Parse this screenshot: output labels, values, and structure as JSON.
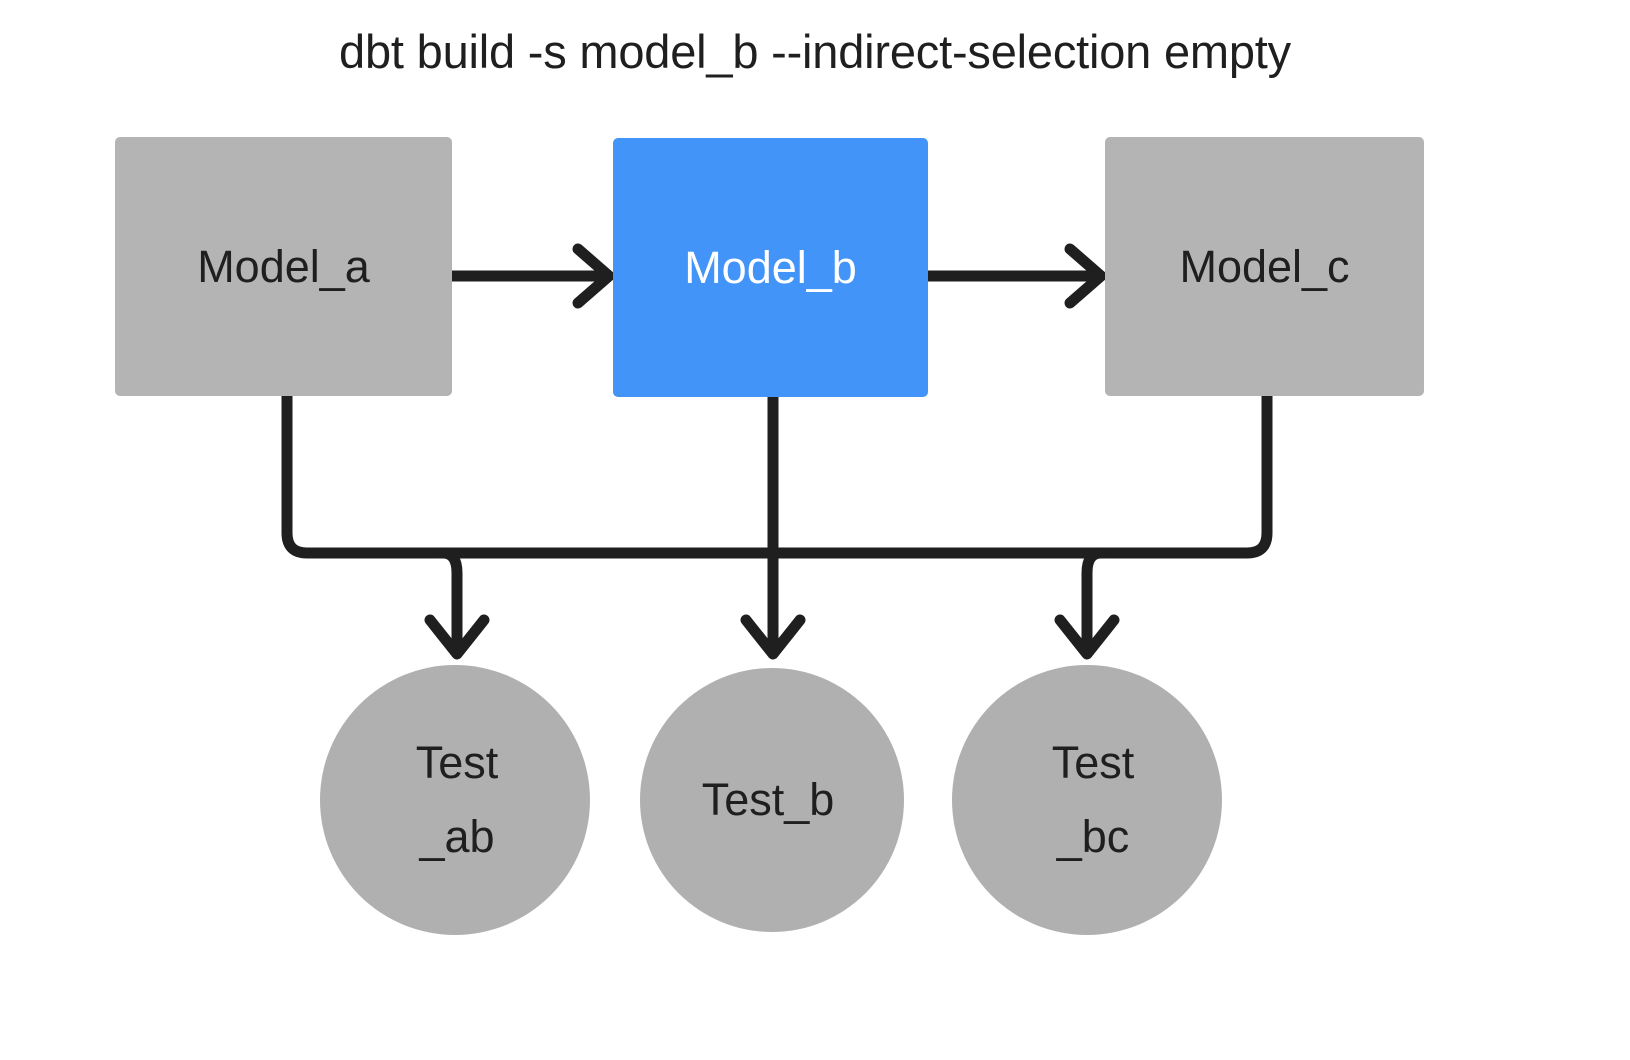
{
  "diagram": {
    "title": "dbt build -s model_b --indirect-selection empty",
    "type": "dag",
    "background": "#ffffff",
    "colors": {
      "selected_node": "#4294f8",
      "selected_node_text": "#ffffff",
      "unselected_node": "#b4b4b4",
      "unselected_circle": "#b0b0b0",
      "node_text": "#1f1f1f",
      "edge": "#1f1f1f"
    },
    "models": [
      {
        "id": "model_a",
        "label": "Model_a",
        "shape": "rect",
        "state": "unselected"
      },
      {
        "id": "model_b",
        "label": "Model_b",
        "shape": "rect",
        "state": "selected"
      },
      {
        "id": "model_c",
        "label": "Model_c",
        "shape": "rect",
        "state": "unselected"
      }
    ],
    "tests": [
      {
        "id": "test_ab",
        "label": "Test\n_ab",
        "shape": "circle",
        "state": "unselected"
      },
      {
        "id": "test_b",
        "label": "Test_b",
        "shape": "circle",
        "state": "unselected"
      },
      {
        "id": "test_bc",
        "label": "Test\n_bc",
        "shape": "circle",
        "state": "unselected"
      }
    ],
    "edges": [
      {
        "from": "model_a",
        "to": "model_b",
        "style": "straight-arrow"
      },
      {
        "from": "model_b",
        "to": "model_c",
        "style": "straight-arrow"
      },
      {
        "from": "model_a",
        "to": "test_ab",
        "style": "orthogonal-arrow"
      },
      {
        "from": "model_b",
        "to": "test_ab",
        "style": "orthogonal-arrow"
      },
      {
        "from": "model_b",
        "to": "test_b",
        "style": "orthogonal-arrow"
      },
      {
        "from": "model_b",
        "to": "test_bc",
        "style": "orthogonal-arrow"
      },
      {
        "from": "model_c",
        "to": "test_bc",
        "style": "orthogonal-arrow"
      }
    ]
  }
}
